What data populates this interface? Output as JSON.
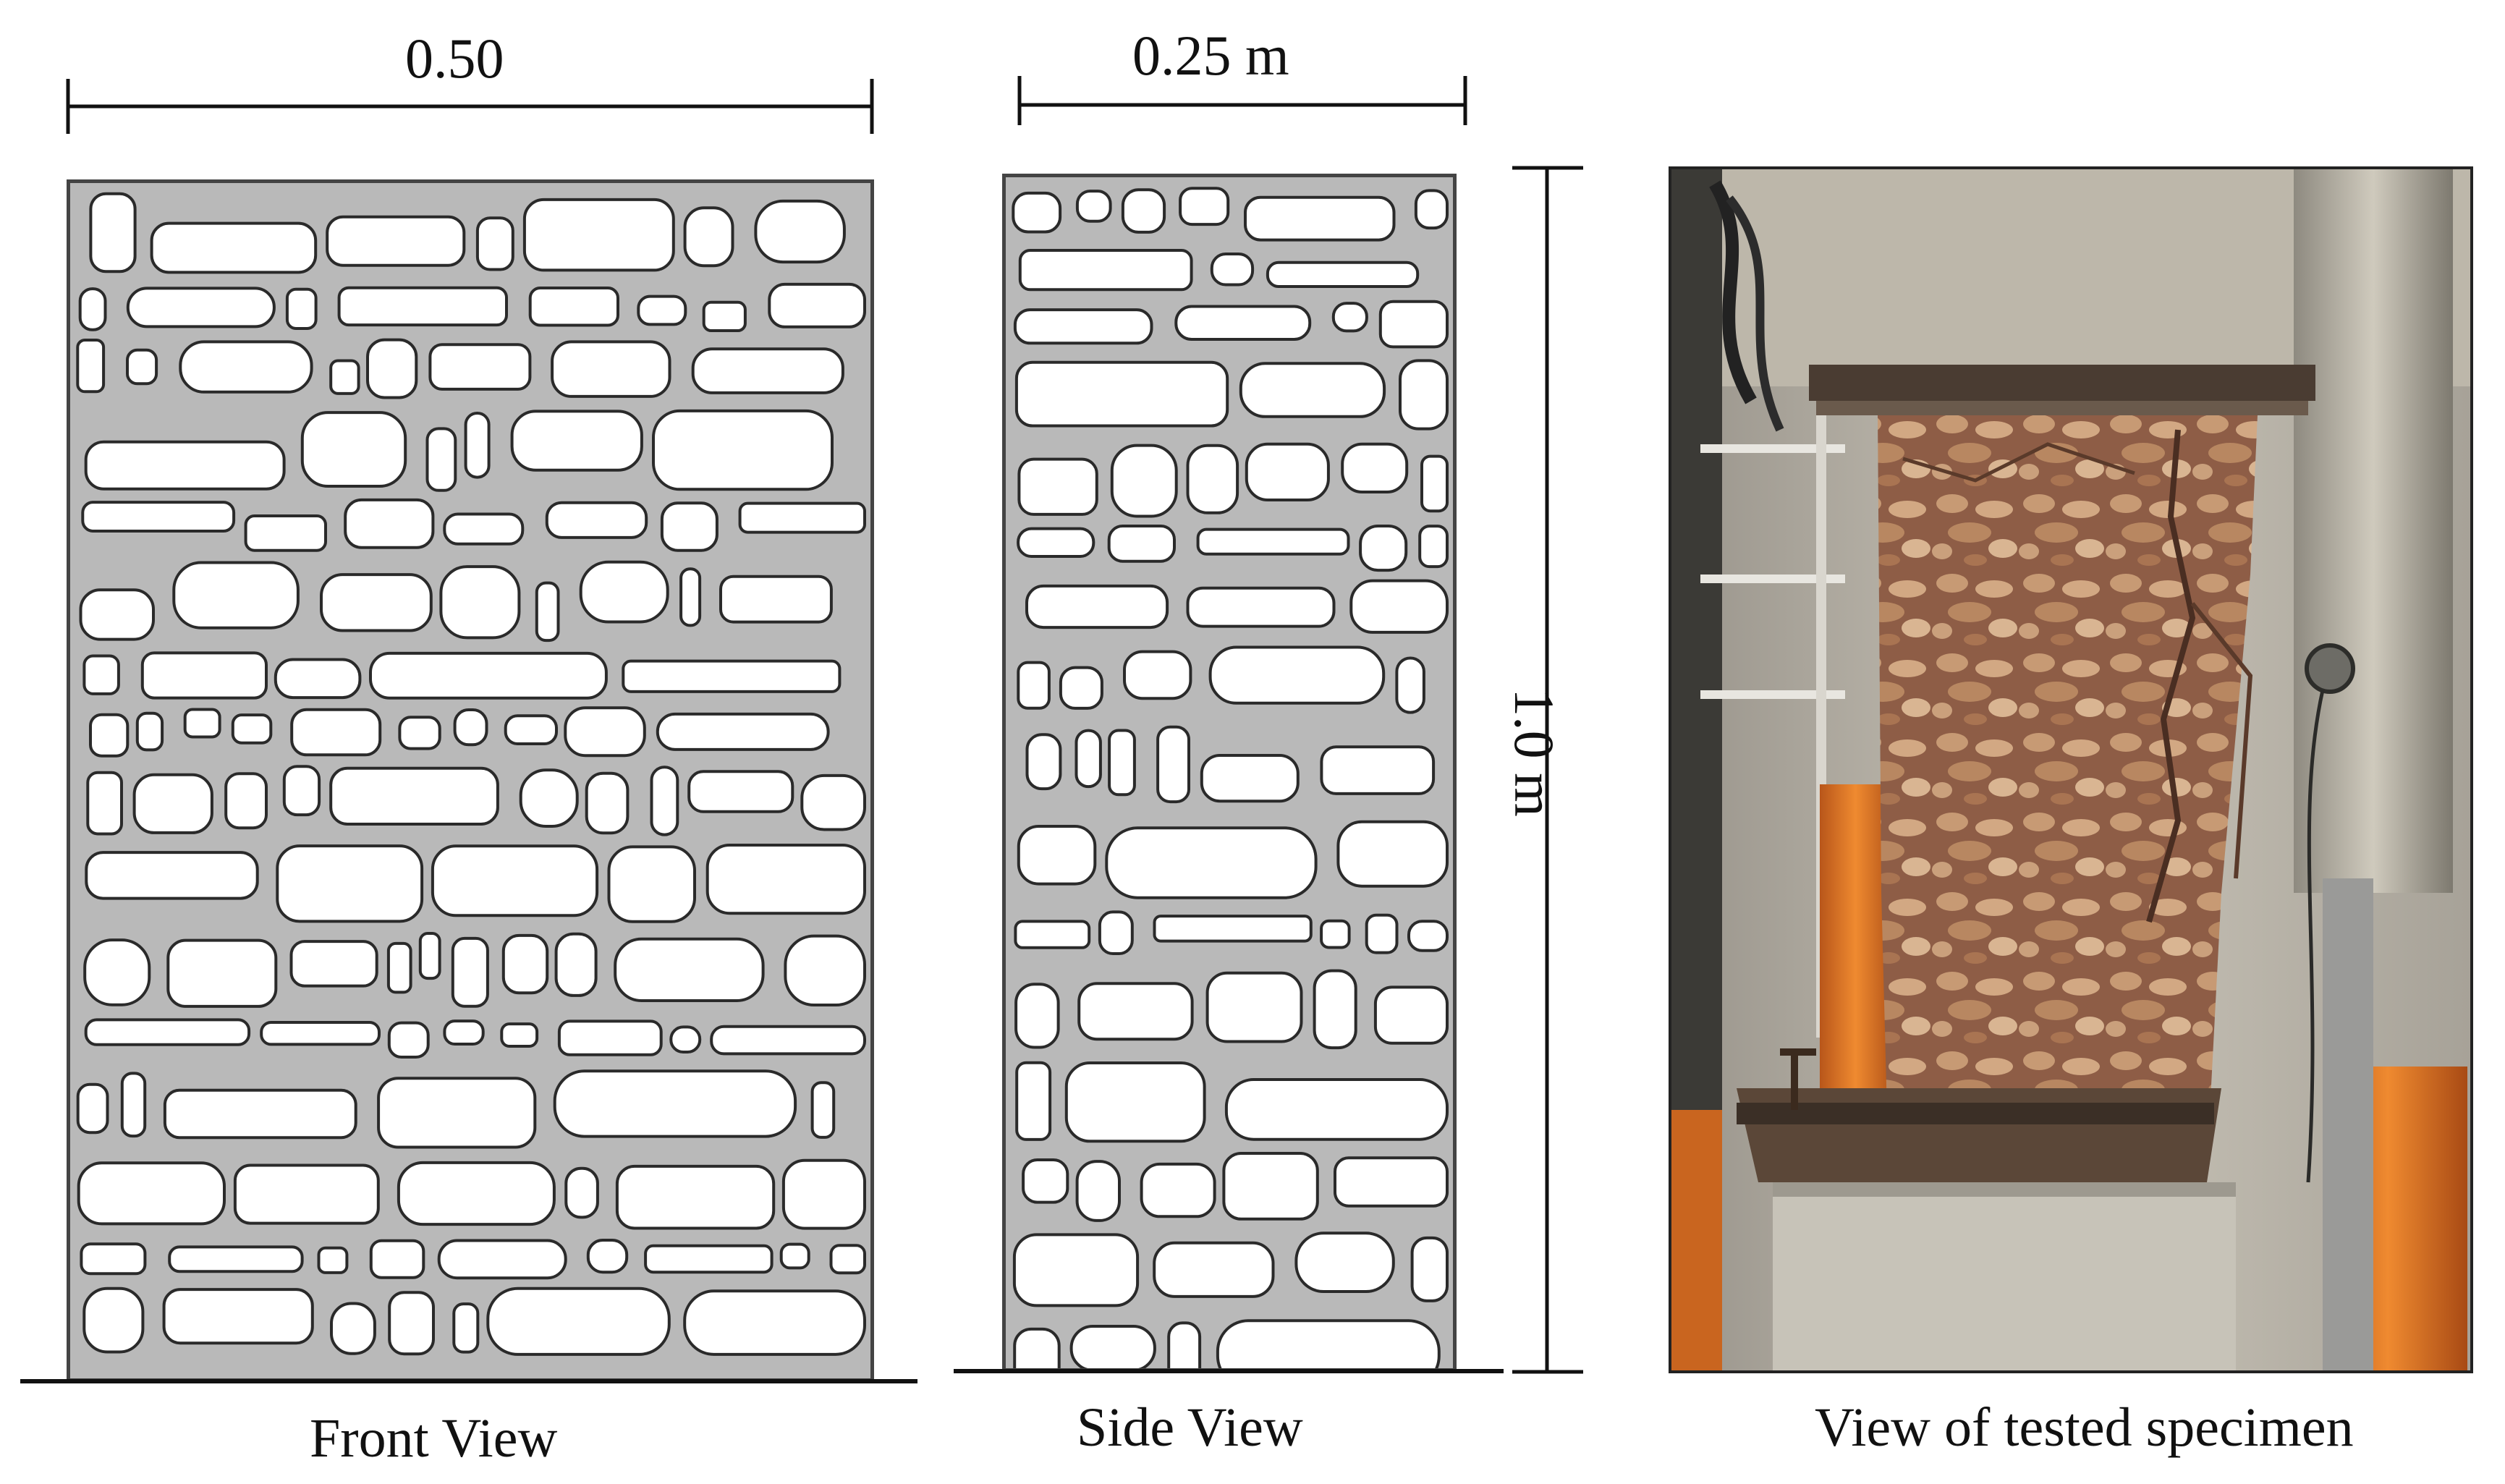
{
  "dimensions": {
    "front_width": "0.50",
    "side_width": "0.25 m",
    "height": "1.0 m"
  },
  "captions": {
    "front": "Front View",
    "side": "Side View",
    "specimen": "View of tested specimen"
  },
  "colors": {
    "mortar": "#b9b9b9",
    "stone": "#ffffff",
    "outline": "#2a2a2a",
    "tube_orange": "#e07a22",
    "specimen_brown": "#9c6a4e"
  }
}
